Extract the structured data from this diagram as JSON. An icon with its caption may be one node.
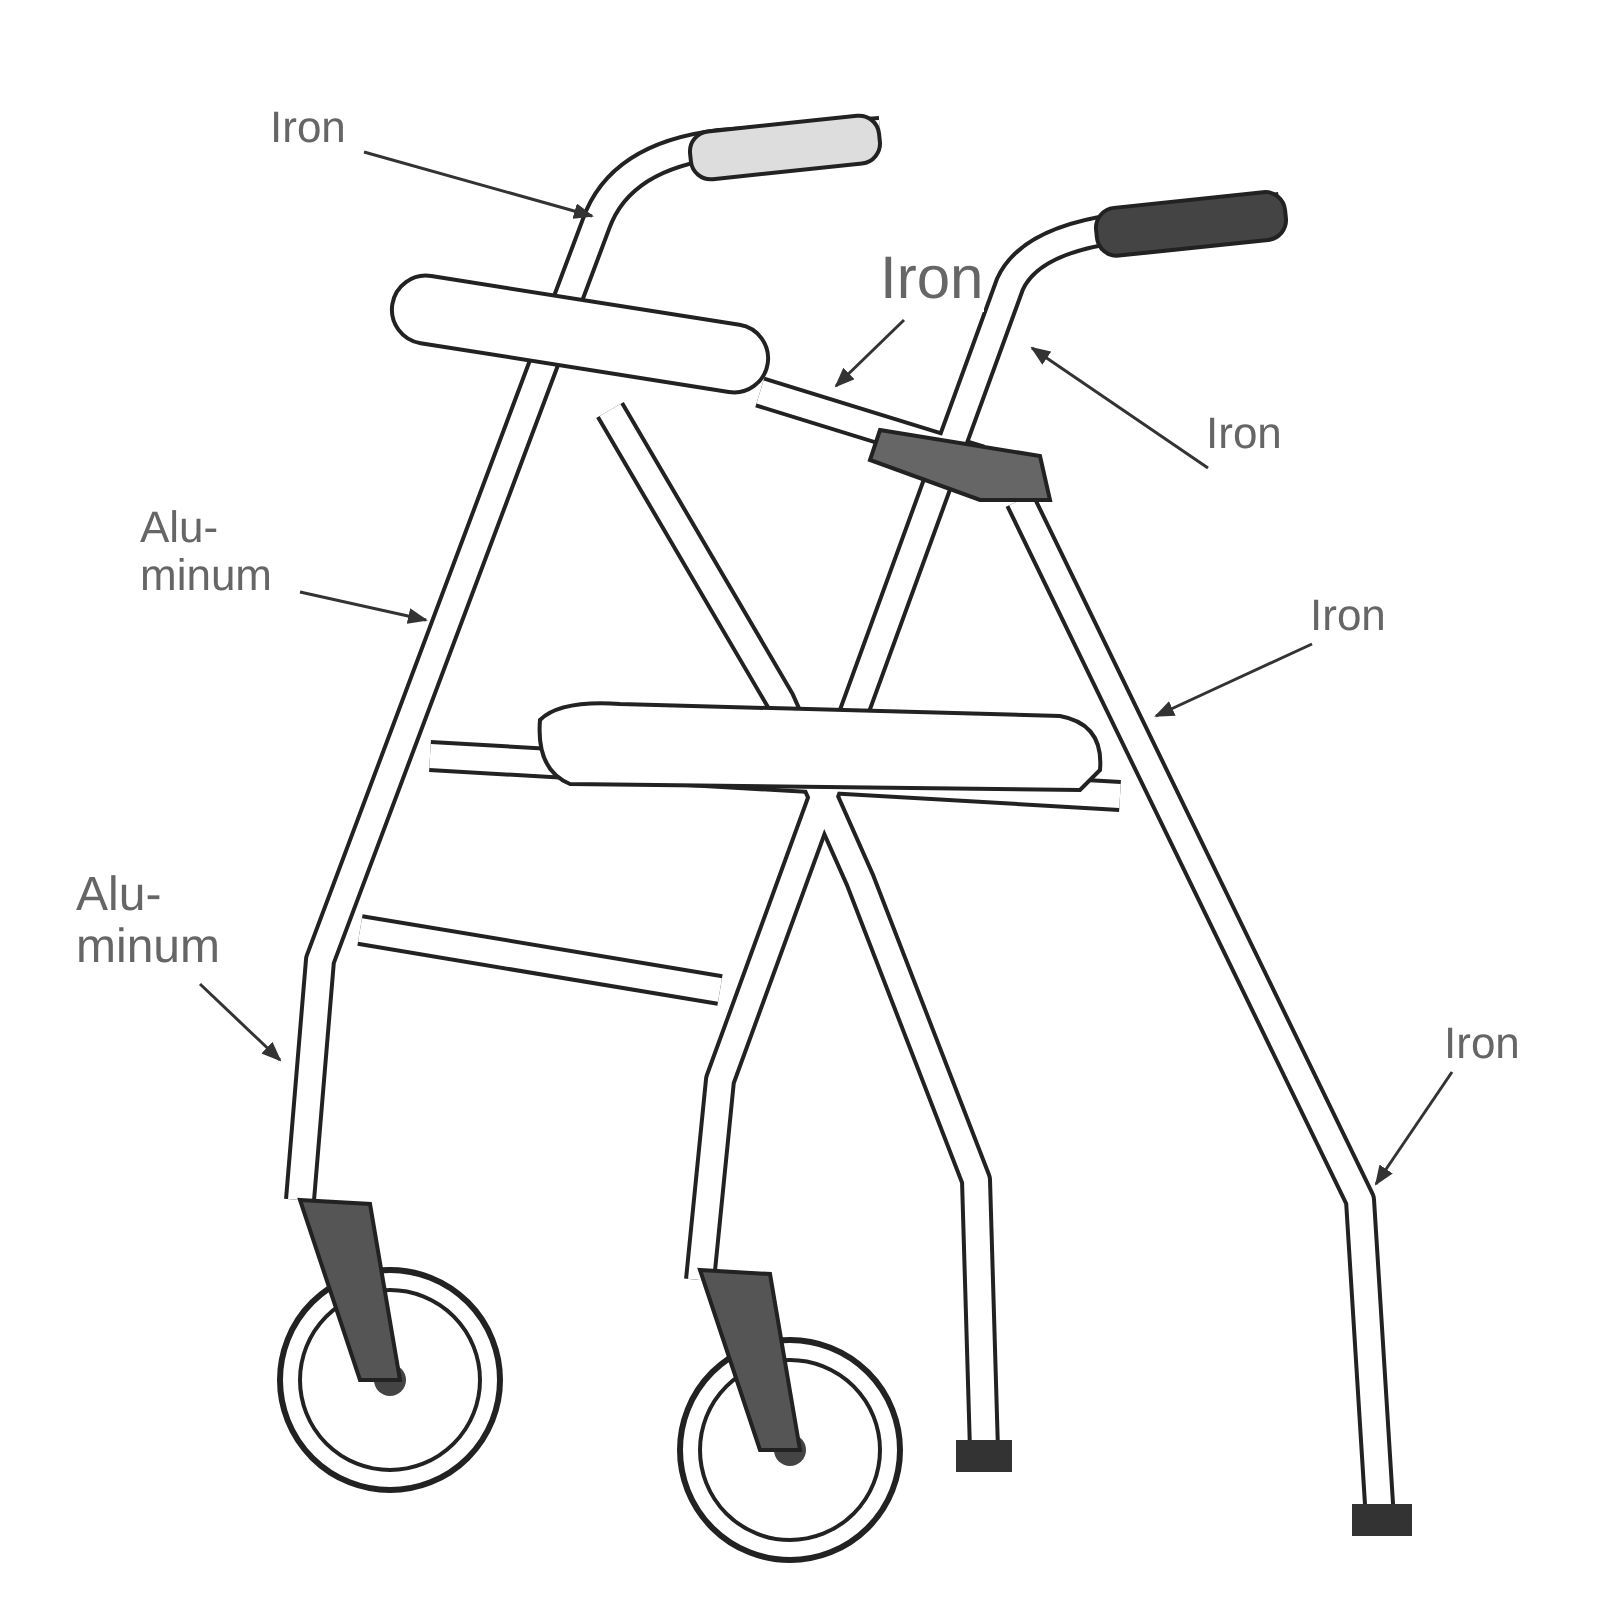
{
  "diagram": {
    "nodes": [
      {
        "text": [
          "Iron"
        ]
      },
      {
        "text": [
          "Iron"
        ]
      },
      {
        "text": [
          "Iron"
        ]
      },
      {
        "text": [
          "Alu- minum"
        ]
      },
      {
        "text": [
          "Iron"
        ]
      },
      {
        "text": [
          "Alu- minum"
        ]
      },
      {
        "text": [
          "Iron"
        ]
      }
    ],
    "edges": [
      {
        "from": 0,
        "to": null,
        "arrow": "to"
      },
      {
        "from": 1,
        "to": null,
        "arrow": "to"
      },
      {
        "from": 2,
        "to": null,
        "arrow": "to"
      },
      {
        "from": 3,
        "to": null,
        "arrow": "to"
      },
      {
        "from": 4,
        "to": null,
        "arrow": "to"
      },
      {
        "from": 5,
        "to": null,
        "arrow": "to"
      },
      {
        "from": 6,
        "to": null,
        "arrow": "to"
      }
    ]
  }
}
